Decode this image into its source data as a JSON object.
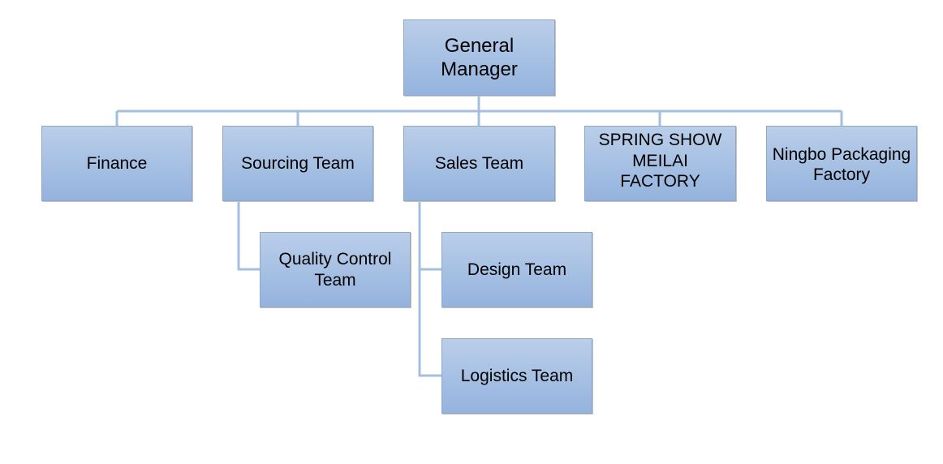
{
  "colors": {
    "box_fill_top": "#bacee9",
    "box_fill_bottom": "#94b3dd",
    "box_border": "#8fa6c6",
    "connector": "#a3bfdf",
    "text": "#000000"
  },
  "org_chart": {
    "root": {
      "label": "General\nManager"
    },
    "level1": [
      {
        "label": "Finance"
      },
      {
        "label": "Sourcing Team"
      },
      {
        "label": "Sales Team"
      },
      {
        "label": "SPRING SHOW\nMEILAI\nFACTORY"
      },
      {
        "label": "Ningbo Packaging\nFactory"
      }
    ],
    "sourcing_children": [
      {
        "label": "Quality Control\nTeam"
      }
    ],
    "sales_children": [
      {
        "label": "Design Team"
      },
      {
        "label": "Logistics Team"
      }
    ]
  }
}
